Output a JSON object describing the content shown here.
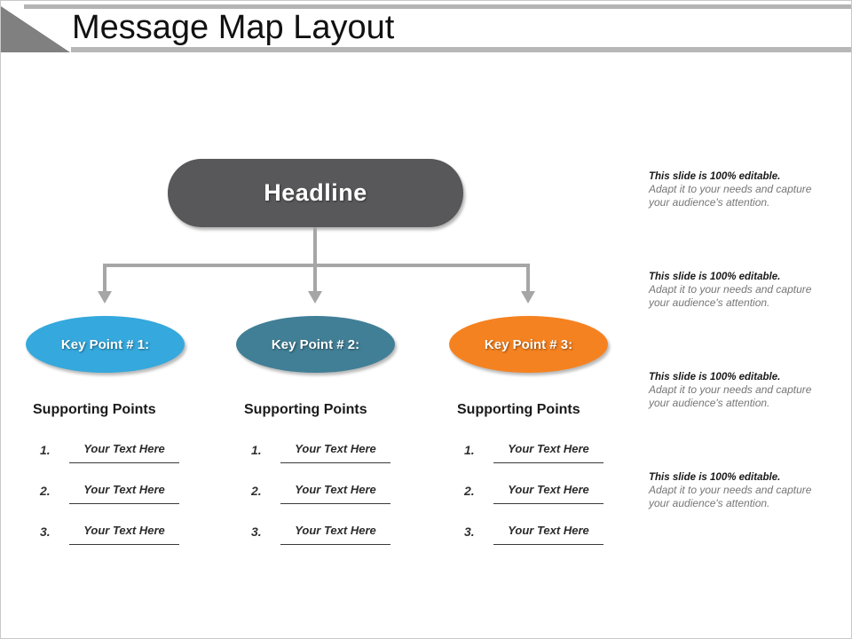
{
  "slide": {
    "title": "Message Map Layout"
  },
  "diagram": {
    "headline": {
      "label": "Headline"
    },
    "key_points": [
      {
        "label": "Key Point # 1:",
        "color": "#35a8dd"
      },
      {
        "label": "Key Point # 2:",
        "color": "#417f96"
      },
      {
        "label": "Key Point # 3:",
        "color": "#f58220"
      }
    ],
    "connector_color": "#a6a6a6",
    "columns": [
      {
        "heading": "Supporting Points",
        "rows": [
          {
            "number": "1.",
            "value": "Your Text Here"
          },
          {
            "number": "2.",
            "value": "Your Text Here"
          },
          {
            "number": "3.",
            "value": "Your Text Here"
          }
        ]
      },
      {
        "heading": "Supporting Points",
        "rows": [
          {
            "number": "1.",
            "value": "Your Text Here"
          },
          {
            "number": "2.",
            "value": "Your Text Here"
          },
          {
            "number": "3.",
            "value": "Your Text Here"
          }
        ]
      },
      {
        "heading": "Supporting Points",
        "rows": [
          {
            "number": "1.",
            "value": "Your Text Here"
          },
          {
            "number": "2.",
            "value": "Your Text Here"
          },
          {
            "number": "3.",
            "value": "Your Text Here"
          }
        ]
      }
    ]
  },
  "notes": [
    {
      "title": "This slide is 100% editable.",
      "body": "Adapt it to your needs and capture your audience's attention."
    },
    {
      "title": "This slide is 100% editable.",
      "body": "Adapt it to your needs and capture your audience's attention."
    },
    {
      "title": "This slide is 100% editable.",
      "body": "Adapt it to your needs and capture your audience's attention."
    },
    {
      "title": "This slide is 100% editable.",
      "body": "Adapt it to your needs and capture your audience's attention."
    }
  ],
  "theme": {
    "title_accent": "#808080",
    "headline_fill": "#58585a",
    "rule_color": "#b4b4b4"
  }
}
